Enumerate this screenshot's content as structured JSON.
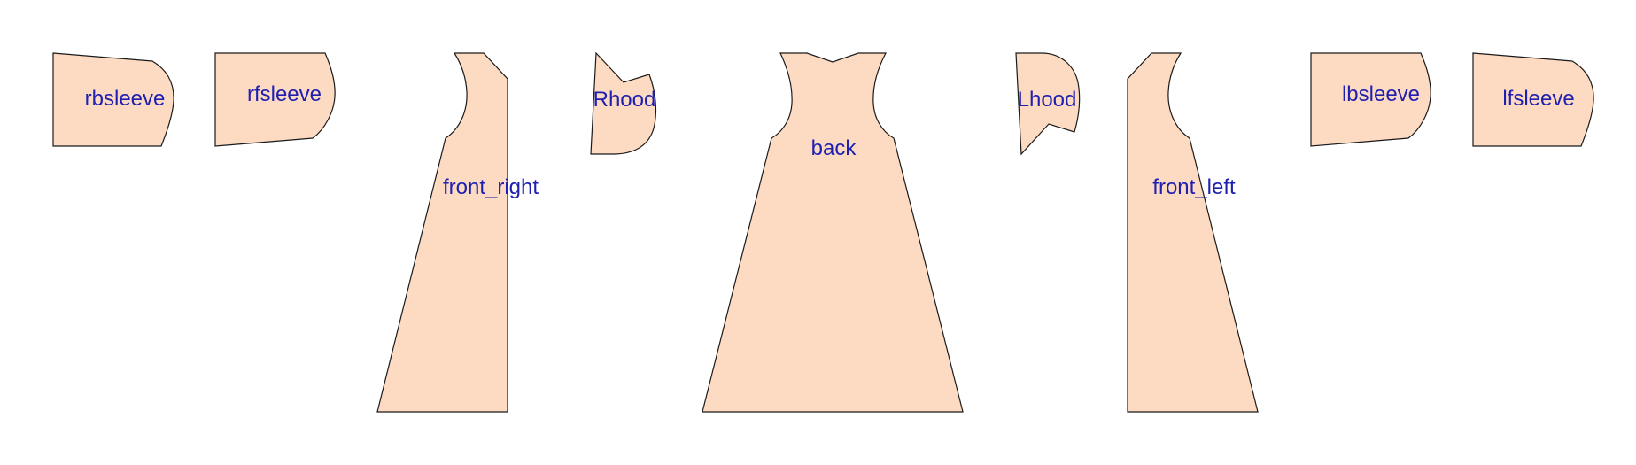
{
  "colors": {
    "piece_fill": "#fddbc3",
    "outline": "#1a1a1a",
    "label": "#1f1fb0",
    "background": "#ffffff"
  },
  "pieces": [
    {
      "id": "rbsleeve",
      "label": "rbsleeve"
    },
    {
      "id": "rfsleeve",
      "label": "rfsleeve"
    },
    {
      "id": "front-right",
      "label": "front_right"
    },
    {
      "id": "rhood",
      "label": "Rhood"
    },
    {
      "id": "back",
      "label": "back"
    },
    {
      "id": "lhood",
      "label": "Lhood"
    },
    {
      "id": "front-left",
      "label": "front_left"
    },
    {
      "id": "lbsleeve",
      "label": "lbsleeve"
    },
    {
      "id": "lfsleeve",
      "label": "lfsleeve"
    }
  ]
}
